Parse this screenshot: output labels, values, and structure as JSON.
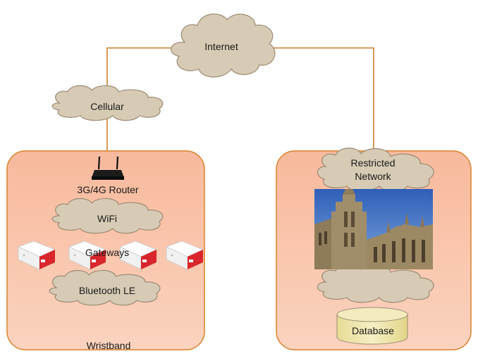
{
  "clouds": {
    "internet": "Internet",
    "cellular": "Cellular",
    "wifi": "WiFi",
    "bluetooth": "Bluetooth LE",
    "restricted_line1": "Restricted",
    "restricted_line2": "Network"
  },
  "left_box": {
    "router_label": "3G/4G Router",
    "gateways_label": "Gateways",
    "footer_label": "Wristband"
  },
  "right_box": {
    "database_label": "Database"
  },
  "colors": {
    "box_fill": "#f9b99d",
    "box_stroke": "#d9822b",
    "link": "#c9822e",
    "cloud_fill": "#d7cbb6",
    "cloud_stroke": "#9b8b72",
    "gateway_red": "#d8262c",
    "db_fill": "#efe6a8"
  }
}
